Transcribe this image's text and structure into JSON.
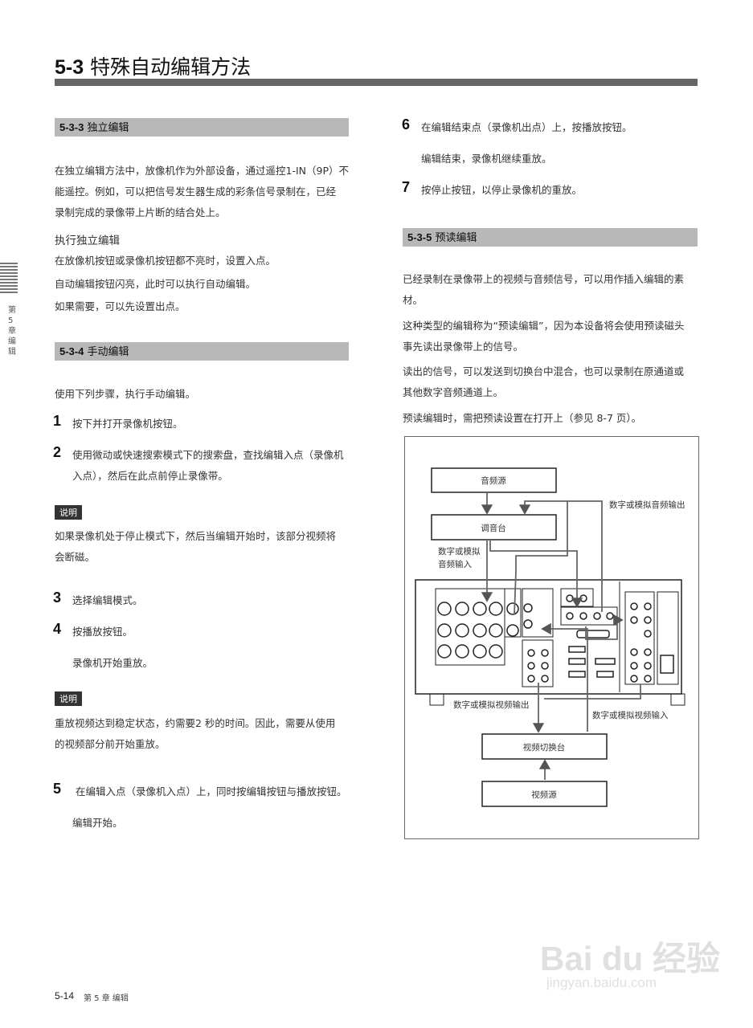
{
  "header": {
    "section_number": "5-3",
    "title": "特殊自动编辑方法"
  },
  "side_tab": {
    "text": "第5章 编辑"
  },
  "left": {
    "s533": {
      "number": "5-3-3",
      "title": "独立编辑"
    },
    "s533_para": [
      "在独立编辑方法中，放像机作为外部设备，通过遥控1-IN（9P）不",
      "能遥控。例如，可以把信号发生器生成的彩条信号录制在，已经",
      "录制完成的录像带上片断的结合处上。"
    ],
    "s533_subhead": "执行独立编辑",
    "s533_lines": [
      "在放像机按钮或录像机按钮都不亮时，设置入点。",
      "自动编辑按钮闪亮，此时可以执行自动编辑。",
      "如果需要，可以先设置出点。"
    ],
    "s534": {
      "number": "5-3-4",
      "title": "手动编辑"
    },
    "s534_intro": "使用下列步骤，执行手动编辑。",
    "step1": {
      "num": "1",
      "text": "按下并打开录像机按钮。"
    },
    "step2": {
      "num": "2",
      "line1": "使用微动或快速搜索模式下的搜索盘，查找编辑入点（录像机",
      "line2": "入点），然后在此点前停止录像带。"
    },
    "note1": {
      "label": "说明",
      "line1": "如果录像机处于停止模式下，然后当编辑开始时，该部分视频将",
      "line2": "会断磁。"
    },
    "step3": {
      "num": "3",
      "text": "选择编辑模式。"
    },
    "step4": {
      "num": "4",
      "text": "按播放按钮。",
      "result": "录像机开始重放。"
    },
    "note2": {
      "label": "说明",
      "line1": "重放视频达到稳定状态，约需要2 秒的时间。因此，需要从使用",
      "line2": "的视频部分前开始重放。"
    },
    "step5": {
      "num": "5",
      "text": "在编辑入点（录像机入点）上，同时按编辑按钮与播放按钮。",
      "result": "编辑开始。"
    }
  },
  "right": {
    "step6": {
      "num": "6",
      "text": "在编辑结束点（录像机出点）上，按播放按钮。",
      "result": "编辑结束，录像机继续重放。"
    },
    "step7": {
      "num": "7",
      "text": "按停止按钮，以停止录像机的重放。"
    },
    "s535": {
      "number": "5-3-5",
      "title": "预读编辑"
    },
    "paras": [
      "已经录制在录像带上的视频与音频信号，可以用作插入编辑的素",
      "材。",
      "这种类型的编辑称为“预读编辑”，因为本设备将会使用预读磁头",
      "事先读出录像带上的信号。",
      "读出的信号，可以发送到切换台中混合，也可以录制在原通道或",
      "其他数字音频通道上。",
      "预读编辑时，需把预读设置在打开上（参见 8-7 页）。"
    ]
  },
  "diagram": {
    "audio_source": "音频源",
    "mixer": "调音台",
    "audio_in_1": "数字或模拟",
    "audio_in_2": "音频输入",
    "audio_out": "数字或模拟音频输出",
    "video_out": "数字或模拟视频输出",
    "video_in": "数字或模拟视频输入",
    "switcher": "视频切换台",
    "video_source": "视频源"
  },
  "footer": {
    "page": "5-14",
    "chapter": "第 5 章  编辑"
  },
  "watermark": {
    "logo": "Bai du 经验",
    "url": "jingyan.baidu.com"
  }
}
